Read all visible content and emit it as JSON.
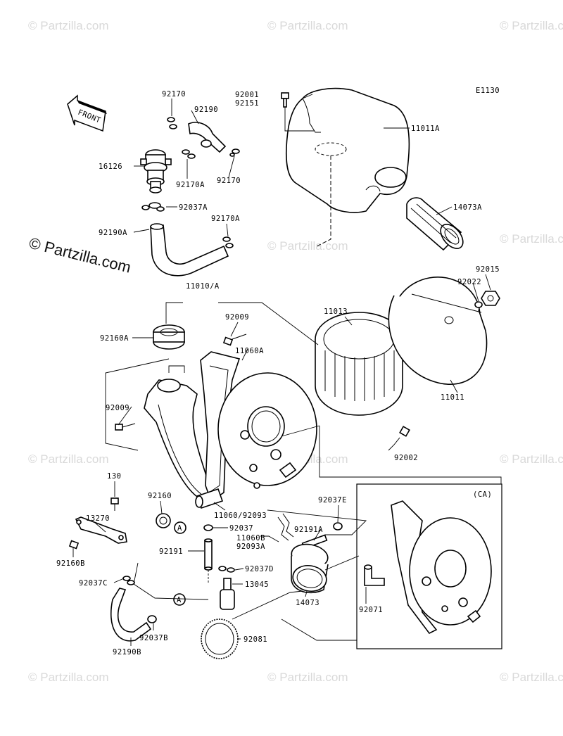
{
  "diagram_code": "E1130",
  "front_label": "FRONT",
  "watermark": "© Partzilla.com",
  "copyright": "© Partzilla.com",
  "inset_label": "(CA)",
  "callout": "A",
  "parts": {
    "p92170_top": "92170",
    "p92190": "92190",
    "p16126": "16126",
    "p92170A_top": "92170A",
    "p92170_r": "92170",
    "p92037A": "92037A",
    "p92190A": "92190A",
    "p92170A": "92170A",
    "p92001": "92001",
    "p92151": "92151",
    "p11011A": "11011A",
    "p14073A": "14073A",
    "p92015": "92015",
    "p92022": "92022",
    "p11010A": "11010/A",
    "p92009_top": "92009",
    "p11013": "11013",
    "p92160A": "92160A",
    "p11060A": "11060A",
    "p11011": "11011",
    "p92009_left": "92009",
    "p92002": "92002",
    "p130": "130",
    "p92160": "92160",
    "p11060_92093": "11060/92093",
    "p92037E": "92037E",
    "p13270": "13270",
    "p92037": "92037",
    "p92191A": "92191A",
    "p11060B": "11060B",
    "p92093A": "92093A",
    "p92191": "92191",
    "p92037D": "92037D",
    "p92160B": "92160B",
    "p92037C": "92037C",
    "p13045": "13045",
    "p92071": "92071",
    "p14073": "14073",
    "p92037B": "92037B",
    "p92081": "92081",
    "p92190B": "92190B"
  }
}
